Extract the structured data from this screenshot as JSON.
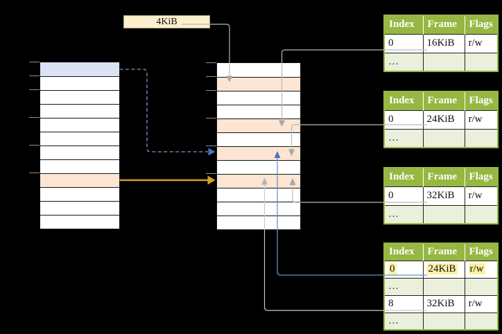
{
  "page_size_box": {
    "label": "4KiB"
  },
  "colors": {
    "header_green": "#96b742",
    "row_light_green": "#eaf0dc",
    "peach": "#fce5d2",
    "blue_row": "#dae3f3",
    "tan_box": "#fcefcd",
    "yellow_highlight": "#fdf1a1",
    "orange_arrow": "#d89e27",
    "blue_line": "#6b90c6",
    "blue_arrow": "#4a75b8",
    "dashed_blue": "#7d9ace",
    "gray_line": "#b9b9b9",
    "gray_arrow": "#a8a8a8",
    "light_gray_line": "#c9c9c9",
    "light_gray_arrow": "#b5b5b5"
  },
  "memory_tables": {
    "left": {
      "rows": 12,
      "row_highlights": {
        "0": "blue_row",
        "8": "peach"
      },
      "tick_offsets": [
        0,
        20,
        40,
        80,
        120,
        160
      ]
    },
    "middle": {
      "rows": 12,
      "row_highlights": {
        "1": "peach",
        "4": "peach",
        "6": "peach",
        "8": "peach"
      },
      "tick_offsets": [
        0,
        20,
        40,
        80,
        120,
        160
      ]
    }
  },
  "page_tables": [
    {
      "headers": [
        "Index",
        "Frame",
        "Flags"
      ],
      "rows": [
        [
          "0",
          "16KiB",
          "r/w"
        ],
        [
          "…",
          "",
          ""
        ]
      ]
    },
    {
      "headers": [
        "Index",
        "Frame",
        "Flags"
      ],
      "rows": [
        [
          "0",
          "24KiB",
          "r/w"
        ],
        [
          "…",
          "",
          ""
        ]
      ]
    },
    {
      "headers": [
        "Index",
        "Frame",
        "Flags"
      ],
      "rows": [
        [
          "0",
          "32KiB",
          "r/w"
        ],
        [
          "…",
          "",
          ""
        ]
      ]
    },
    {
      "headers": [
        "Index",
        "Frame",
        "Flags"
      ],
      "rows": [
        [
          "0",
          "24KiB",
          "r/w"
        ],
        [
          "…",
          "",
          ""
        ],
        [
          "8",
          "32KiB",
          "r/w"
        ],
        [
          "…",
          "",
          ""
        ]
      ]
    }
  ]
}
